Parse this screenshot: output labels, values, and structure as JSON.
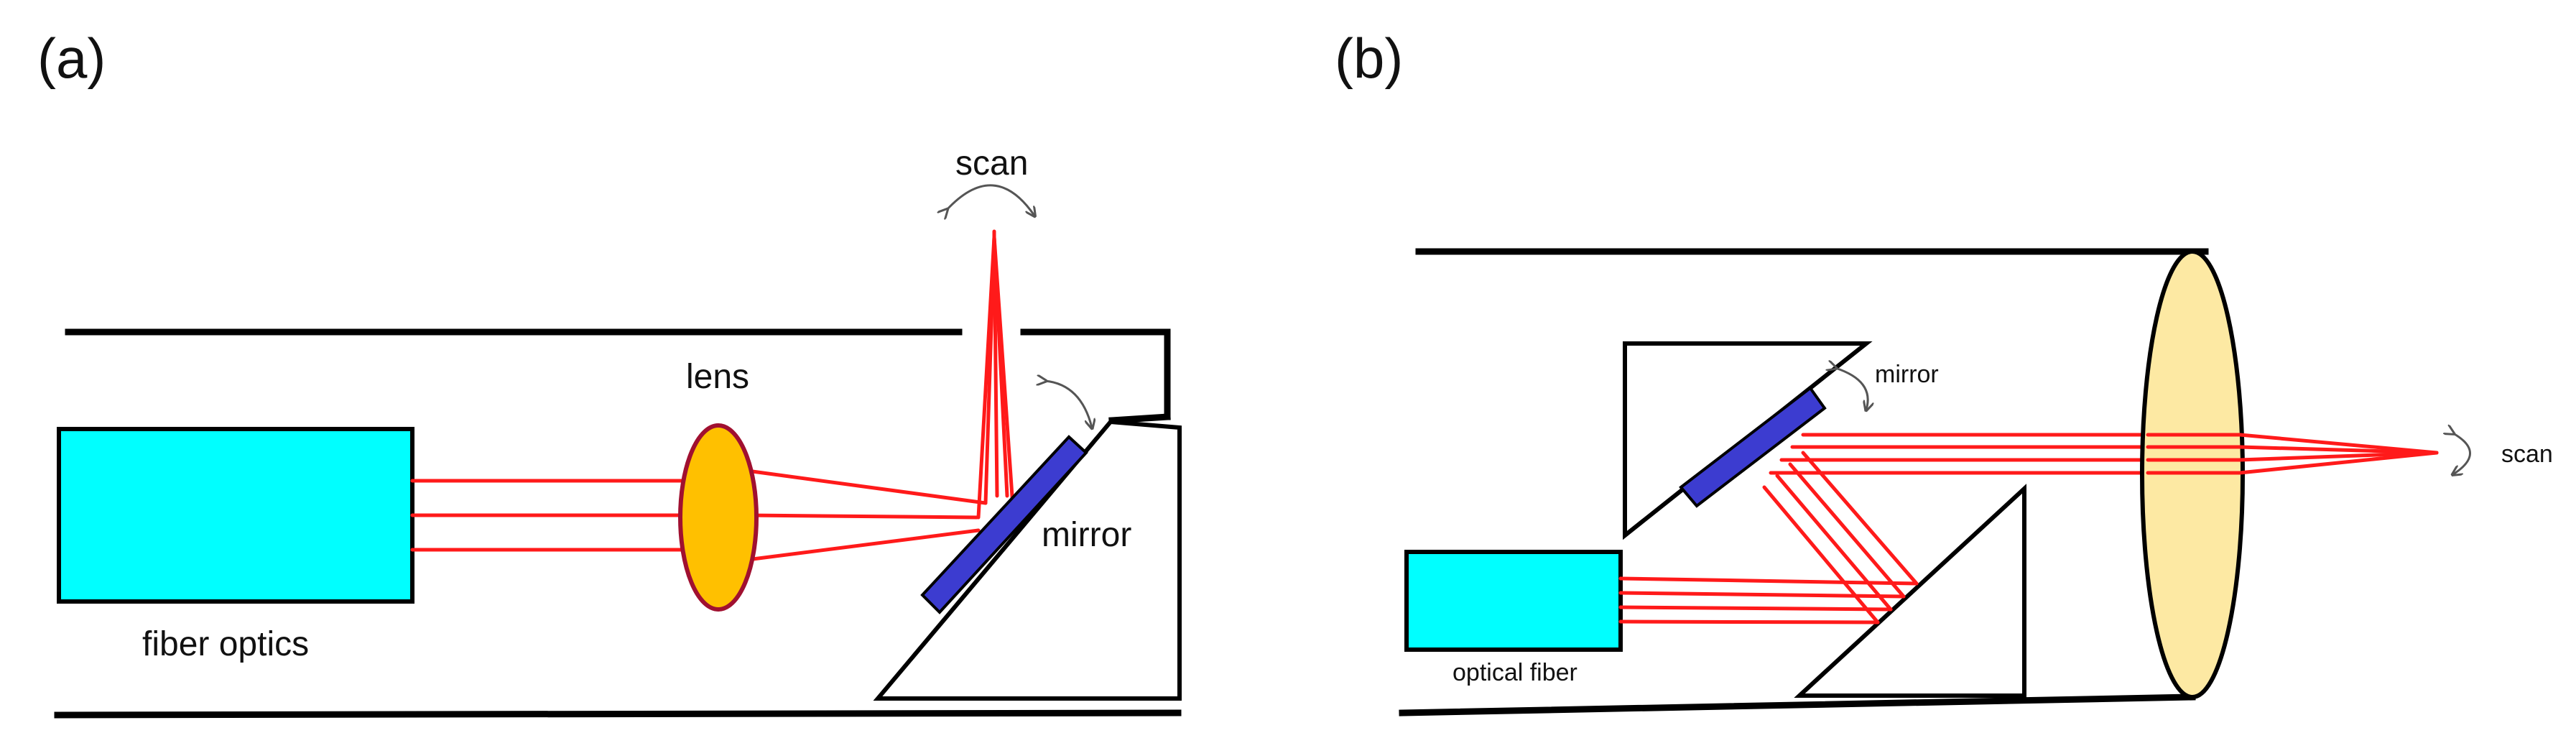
{
  "panel_a": {
    "label": "(a)",
    "fiber_label": "fiber optics",
    "lens_label": "lens",
    "mirror_label": "mirror",
    "scan_label": "scan"
  },
  "panel_b": {
    "label": "(b)",
    "fiber_label": "optical fiber",
    "mirror_label": "mirror",
    "scan_label": "scan"
  },
  "colors": {
    "fiber": "#00ffff",
    "lens_a": "#ffc000",
    "lens_a_stroke": "#a01030",
    "lens_b": "#fde9a3",
    "mirror": "#3c3cd0",
    "beam": "#ff1a1a"
  }
}
